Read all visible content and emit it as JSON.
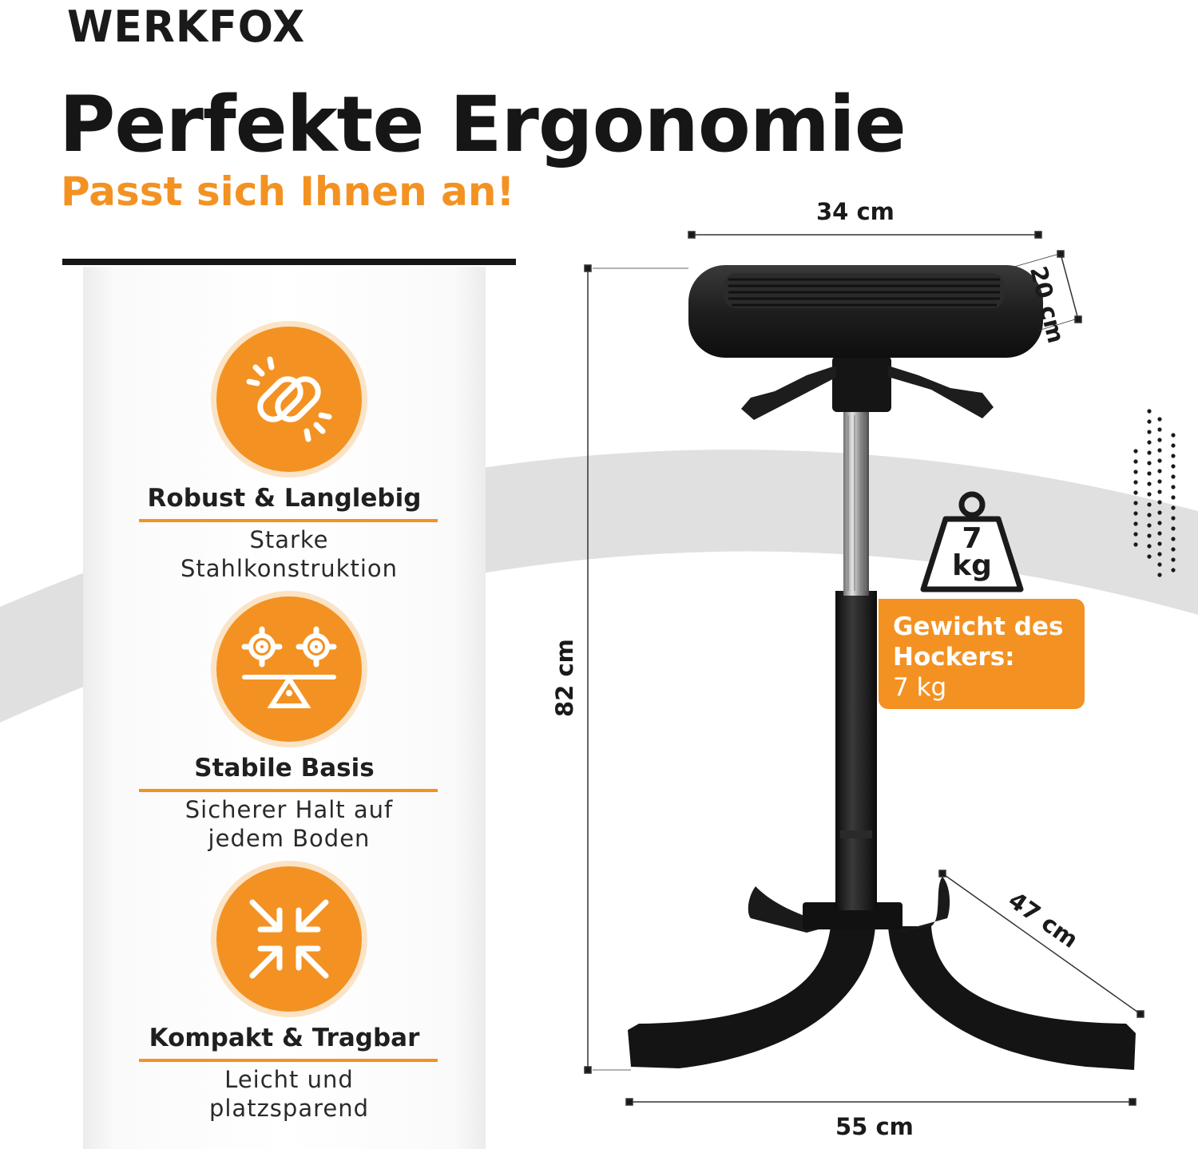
{
  "brand": {
    "logo": "WERKFOX"
  },
  "header": {
    "title": "Perfekte Ergonomie",
    "subtitle": "Passt sich Ihnen an!"
  },
  "features": [
    {
      "icon": "chain-link-icon",
      "title": "Robust & Langlebig",
      "desc_line1": "Starke",
      "desc_line2": "Stahlkonstruktion"
    },
    {
      "icon": "gears-balance-icon",
      "title": "Stabile Basis",
      "desc_line1": "Sicherer Halt auf",
      "desc_line2": "jedem Boden"
    },
    {
      "icon": "compress-arrows-icon",
      "title": "Kompakt & Tragbar",
      "desc_line1": "Leicht und",
      "desc_line2": "platzsparend"
    }
  ],
  "dimensions": {
    "seat_width": "34 cm",
    "seat_depth": "20 cm",
    "height": "82 cm",
    "base_width": "55 cm",
    "leg_length": "47 cm"
  },
  "weight": {
    "icon_top": "7",
    "icon_bottom": "kg",
    "label_line1": "Gewicht des",
    "label_line2": "Hockers:",
    "value": "7 kg"
  },
  "colors": {
    "accent": "#f39222",
    "text": "#161616",
    "arc": "#dcdcdc"
  }
}
